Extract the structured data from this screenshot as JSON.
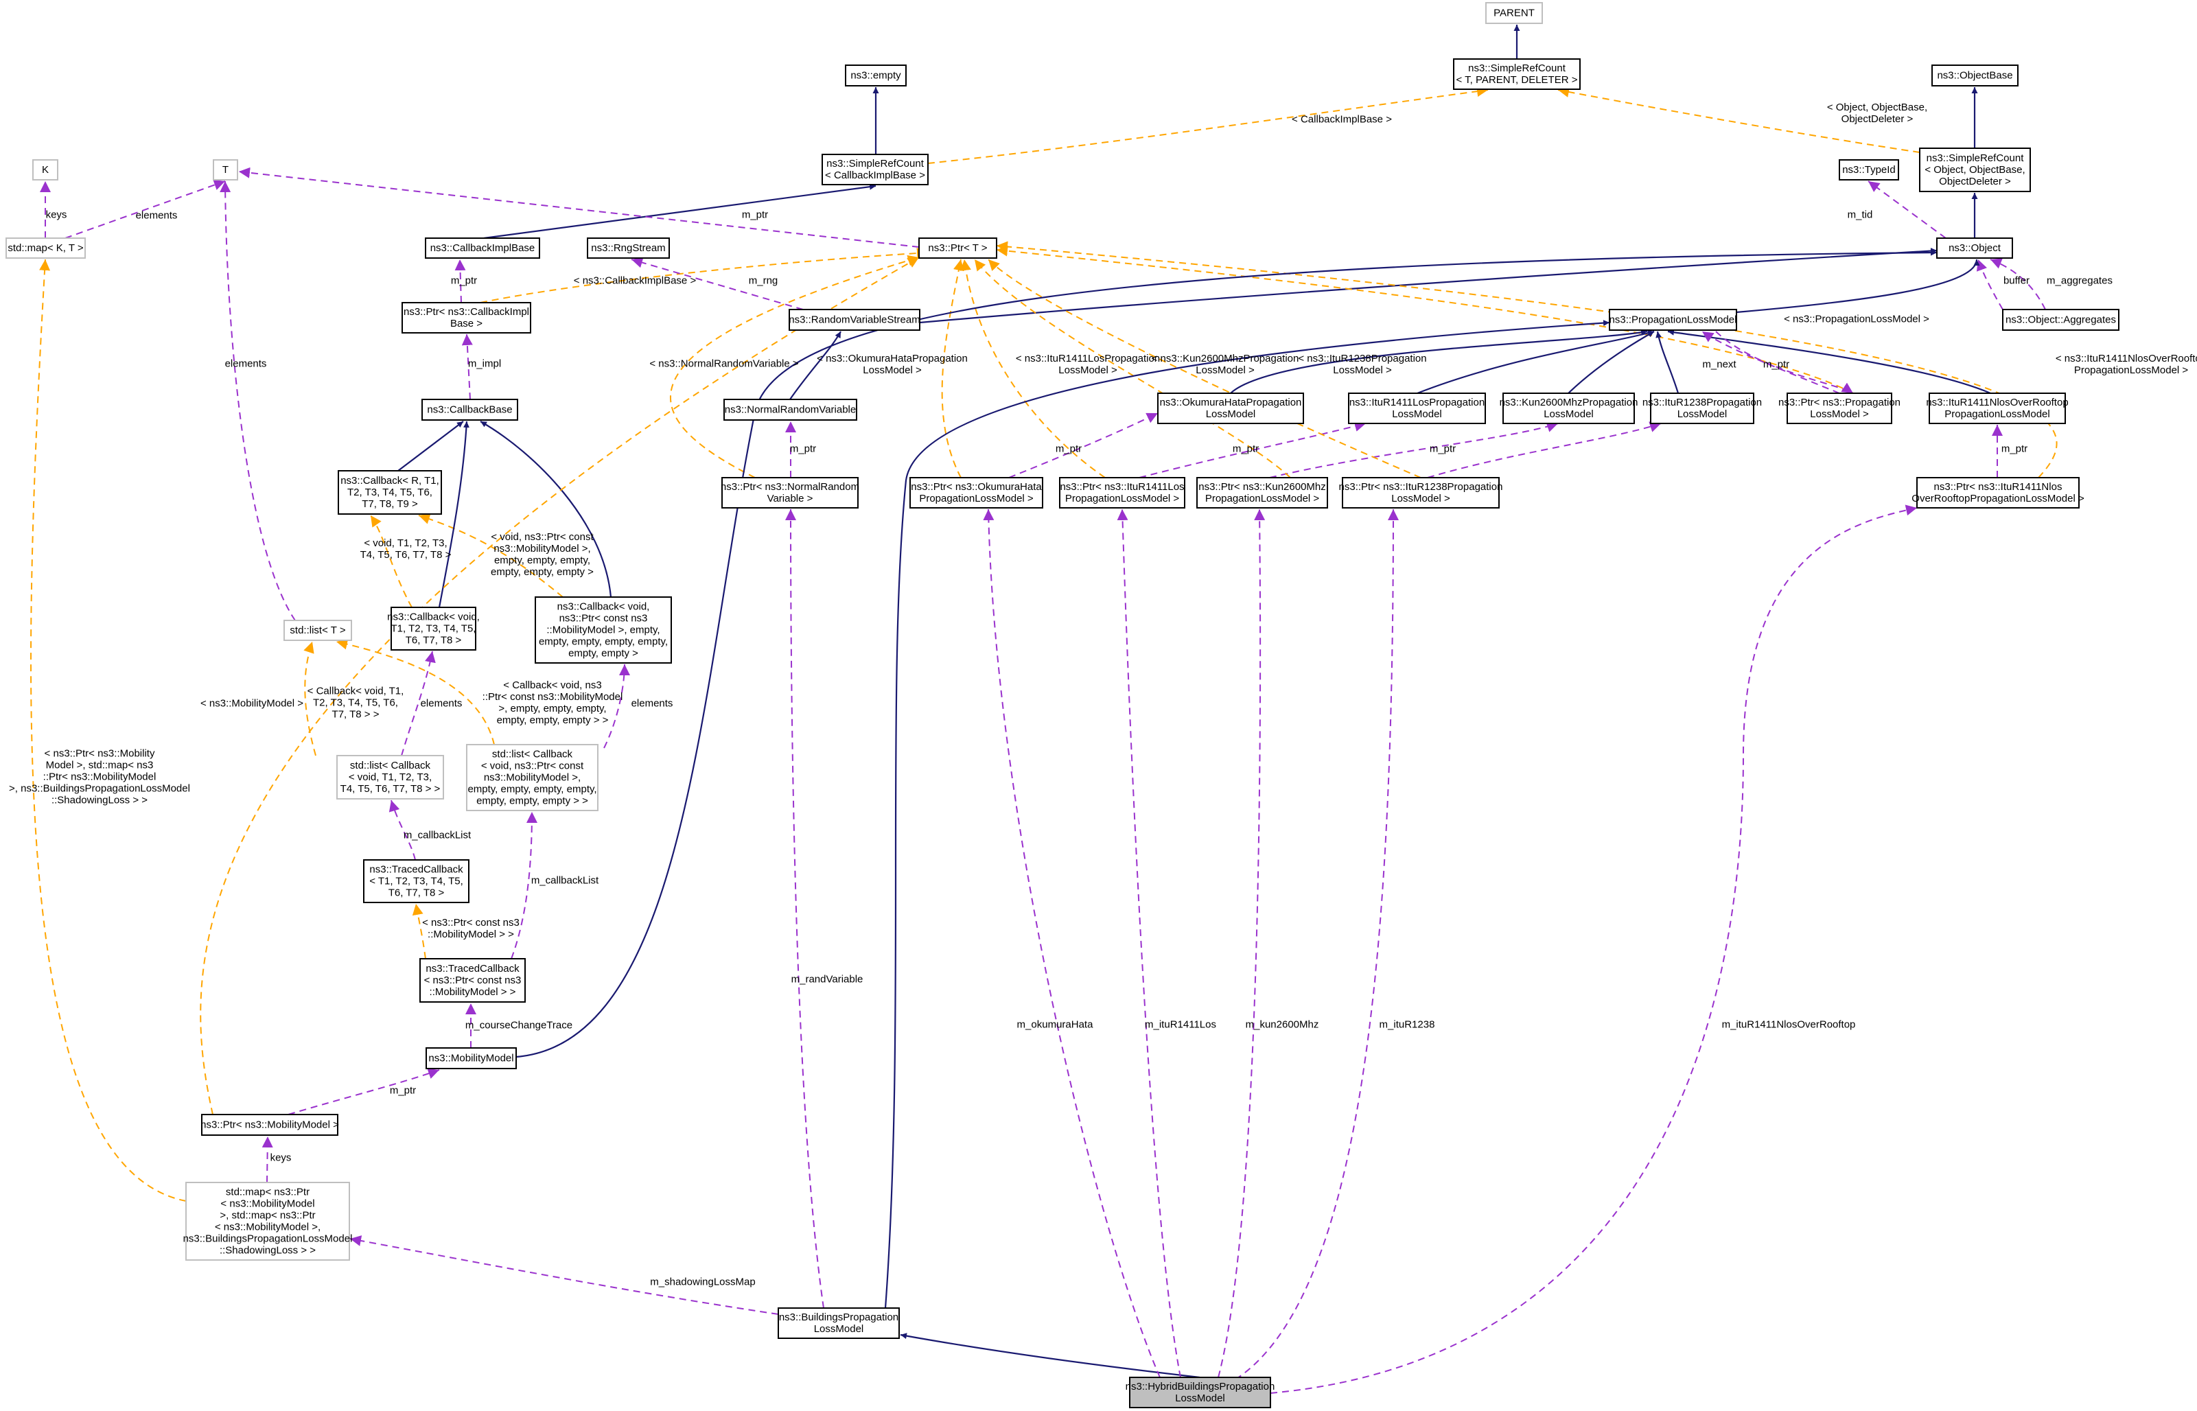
{
  "diagram": {
    "title": "ns3::HybridBuildingsPropagationLossModel collaboration graph",
    "colors": {
      "inheritance": "#191970",
      "usage": "#9a32cd",
      "template": "#ffa500",
      "focus_fill": "#bfbfbf",
      "template_border": "#bfbfbf"
    },
    "nodes": {
      "parent": [
        "PARENT"
      ],
      "simplerefcount_generic": [
        "ns3::SimpleRefCount",
        "< T, PARENT, DELETER >"
      ],
      "empty": [
        "ns3::empty"
      ],
      "objectbase": [
        "ns3::ObjectBase"
      ],
      "simplerefcount_cbimpl": [
        "ns3::SimpleRefCount",
        "< CallbackImplBase >"
      ],
      "simplerefcount_object": [
        "ns3::SimpleRefCount",
        "< Object, ObjectBase,",
        "ObjectDeleter >"
      ],
      "typeid": [
        "ns3::TypeId"
      ],
      "k": [
        "K"
      ],
      "t": [
        "T"
      ],
      "stdmap_kt": [
        "std::map< K, T >"
      ],
      "callbackimplbase": [
        "ns3::CallbackImplBase"
      ],
      "rngstream": [
        "ns3::RngStream"
      ],
      "ptr_t": [
        "ns3::Ptr< T >"
      ],
      "object": [
        "ns3::Object"
      ],
      "ptr_callbackimpl": [
        "ns3::Ptr< ns3::CallbackImpl",
        "Base >"
      ],
      "randomvariablestream": [
        "ns3::RandomVariableStream"
      ],
      "propagationlossmodel": [
        "ns3::PropagationLossModel"
      ],
      "aggregates": [
        "ns3::Object::Aggregates"
      ],
      "callbackbase": [
        "ns3::CallbackBase"
      ],
      "normalrandomvariable": [
        "ns3::NormalRandomVariable"
      ],
      "okumurahata": [
        "ns3::OkumuraHataPropagation",
        "LossModel"
      ],
      "itur1411los": [
        "ns3::ItuR1411LosPropagation",
        "LossModel"
      ],
      "kun2600": [
        "ns3::Kun2600MhzPropagation",
        "LossModel"
      ],
      "itur1238": [
        "ns3::ItuR1238Propagation",
        "LossModel"
      ],
      "ptr_propagation": [
        "ns3::Ptr< ns3::Propagation",
        "LossModel >"
      ],
      "itur1411nlos": [
        "ns3::ItuR1411NlosOverRooftop",
        "PropagationLossModel"
      ],
      "callback_generic": [
        "ns3::Callback< R, T1,",
        "T2, T3, T4, T5, T6,",
        "T7, T8, T9 >"
      ],
      "ptr_normalrandom": [
        "ns3::Ptr< ns3::NormalRandom",
        "Variable >"
      ],
      "ptr_okumura": [
        "ns3::Ptr< ns3::OkumuraHata",
        "PropagationLossModel >"
      ],
      "ptr_itur1411los": [
        "ns3::Ptr< ns3::ItuR1411Los",
        "PropagationLossModel >"
      ],
      "ptr_kun2600": [
        "ns3::Ptr< ns3::Kun2600Mhz",
        "PropagationLossModel >"
      ],
      "ptr_itur1238": [
        "ns3::Ptr< ns3::ItuR1238Propagation",
        "LossModel >"
      ],
      "ptr_itur1411nlos": [
        "ns3::Ptr< ns3::ItuR1411Nlos",
        "OverRooftopPropagationLossModel >"
      ],
      "callback_mm": [
        "ns3::Callback< void,",
        "ns3::Ptr< const ns3",
        "::MobilityModel >, empty,",
        "empty, empty, empty, empty,",
        "empty, empty >"
      ],
      "stdlist_t": [
        "std::list< T >"
      ],
      "callback_void": [
        "ns3::Callback< void,",
        "T1, T2, T3, T4, T5,",
        "T6, T7, T8 >"
      ],
      "stdlist_cb_mm": [
        "std::list< Callback",
        "< void, ns3::Ptr< const",
        "ns3::MobilityModel >,",
        "empty, empty, empty, empty,",
        "empty, empty, empty > >"
      ],
      "stdlist_cb_void": [
        "std::list< Callback",
        "< void, T1, T2, T3,",
        "T4, T5, T6, T7, T8 > >"
      ],
      "tracedcallback_generic": [
        "ns3::TracedCallback",
        "< T1, T2, T3, T4, T5,",
        "T6, T7, T8 >"
      ],
      "tracedcallback_mm": [
        "ns3::TracedCallback",
        "< ns3::Ptr< const ns3",
        "::MobilityModel > >"
      ],
      "mobilitymodel": [
        "ns3::MobilityModel"
      ],
      "ptr_mobilitymodel": [
        "ns3::Ptr< ns3::MobilityModel >"
      ],
      "stdmap_shadowing": [
        "std::map< ns3::Ptr",
        "< ns3::MobilityModel",
        ">, std::map< ns3::Ptr",
        "< ns3::MobilityModel >,",
        "ns3::BuildingsPropagationLossModel",
        "::ShadowingLoss > >"
      ],
      "buildingspropagation": [
        "ns3::BuildingsPropagation",
        "LossModel"
      ],
      "hybrid": [
        "ns3::HybridBuildingsPropagation",
        "LossModel"
      ]
    },
    "edge_labels": {
      "cbimplbase_tmpl": [
        "< CallbackImplBase >"
      ],
      "object_tmpl": [
        "< Object, ObjectBase,",
        "ObjectDeleter >"
      ],
      "keys": [
        "keys"
      ],
      "elements_map": [
        "elements"
      ],
      "m_ptr_t": [
        "m_ptr"
      ],
      "m_tid": [
        "m_tid"
      ],
      "buffer": [
        "buffer"
      ],
      "m_aggregates": [
        "m_aggregates"
      ],
      "m_ptr_cbimpl": [
        "m_ptr"
      ],
      "cbimplbase_ptr_tmpl": [
        "< ns3::CallbackImplBase >"
      ],
      "m_rng": [
        "m_rng"
      ],
      "propagation_ptr_tmpl": [
        "< ns3::PropagationLossModel >"
      ],
      "itur1411nlos_tmpl": [
        "< ns3::ItuR1411NlosOverRooftop",
        "PropagationLossModel >"
      ],
      "m_impl": [
        "m_impl"
      ],
      "elements_list": [
        "elements"
      ],
      "normalrandom_tmpl": [
        "< ns3::NormalRandomVariable >"
      ],
      "okumura_tmpl": [
        "< ns3::OkumuraHataPropagation",
        "LossModel >"
      ],
      "itur1411los_tmpl": [
        "< ns3::ItuR1411LosPropagation",
        "LossModel >"
      ],
      "kun2600_tmpl": [
        "< ns3::Kun2600MhzPropagation",
        "LossModel >"
      ],
      "itur1238_tmpl": [
        "< ns3::ItuR1238Propagation",
        "LossModel >"
      ],
      "m_next": [
        "m_next"
      ],
      "m_ptr_propagation": [
        "m_ptr"
      ],
      "m_ptr_normal": [
        "m_ptr"
      ],
      "m_ptr_okumura": [
        "m_ptr"
      ],
      "m_ptr_itur1411los": [
        "m_ptr"
      ],
      "m_ptr_kun_1238": [
        "m_ptr"
      ],
      "m_ptr_itur1411nlos": [
        "m_ptr"
      ],
      "callback_void_tmpl": [
        "< void, T1, T2, T3,",
        "T4, T5, T6, T7, T8 >"
      ],
      "callback_mm_tmpl": [
        "< void, ns3::Ptr< const",
        "ns3::MobilityModel >,",
        "empty, empty, empty,",
        "empty, empty, empty >"
      ],
      "mobilitymodel_ptr_tmpl": [
        "< ns3::MobilityModel >"
      ],
      "shadowing_map_tmpl": [
        "< ns3::Ptr< ns3::Mobility",
        "Model >, std::map< ns3",
        "::Ptr< ns3::MobilityModel",
        ">, ns3::BuildingsPropagationLossModel",
        "::ShadowingLoss > >"
      ],
      "list_cb_void_tmpl": [
        "< Callback< void, T1,",
        "T2, T3, T4, T5, T6,",
        "T7, T8 > >"
      ],
      "elements_cb_void": [
        "elements"
      ],
      "list_cb_mm_tmpl": [
        "< Callback< void, ns3",
        "::Ptr< const ns3::MobilityModel",
        ">, empty, empty, empty,",
        "empty, empty, empty > >"
      ],
      "elements_cb_mm": [
        "elements"
      ],
      "m_callbacklist_1": [
        "m_callbackList"
      ],
      "m_callbacklist_2": [
        "m_callbackList"
      ],
      "tracedcallback_mm_tmpl": [
        "< ns3::Ptr< const ns3",
        "::MobilityModel > >"
      ],
      "m_coursechangetrace": [
        "m_courseChangeTrace"
      ],
      "m_ptr_mobility": [
        "m_ptr"
      ],
      "keys_shadowing": [
        "keys"
      ],
      "m_randvariable": [
        "m_randVariable"
      ],
      "m_okumurahata": [
        "m_okumuraHata"
      ],
      "m_itur1411los": [
        "m_ituR1411Los"
      ],
      "m_kun2600mhz": [
        "m_kun2600Mhz"
      ],
      "m_itur1238": [
        "m_ituR1238"
      ],
      "m_itur1411nlos": [
        "m_ituR1411NlosOverRooftop"
      ],
      "m_shadowinglossmap": [
        "m_shadowingLossMap"
      ]
    }
  }
}
